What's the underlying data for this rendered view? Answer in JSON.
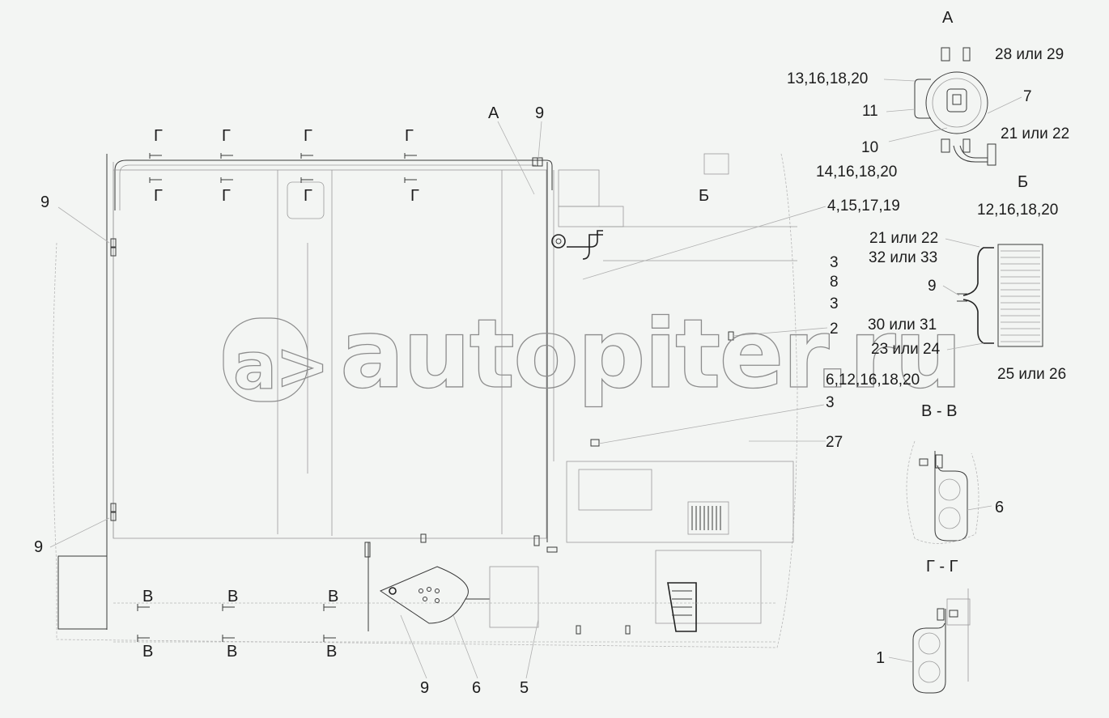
{
  "watermark": {
    "logo_glyph": "a>",
    "text": "autopiter.ru"
  },
  "main_view": {
    "callouts": {
      "view_a": "А",
      "view_b": "Б",
      "pos_9_top": "9",
      "pos_9_left_upper": "9",
      "pos_9_left_lower": "9",
      "pos_9_bottom": "9",
      "pos_6_bottom": "6",
      "pos_5_bottom": "5",
      "ref_14_16_18_20": "14,16,18,20",
      "ref_4_15_17_19": "4,15,17,19",
      "ref_3_a": "3",
      "ref_8": "8",
      "ref_3_b": "3",
      "ref_2": "2",
      "ref_6_12_16_18_20": "6,12,16,18,20",
      "ref_3_c": "3",
      "ref_27": "27"
    },
    "section_marks_g": [
      "Г",
      "Г",
      "Г",
      "Г",
      "Г",
      "Г",
      "Г",
      "Г"
    ],
    "section_marks_v": [
      "В",
      "В",
      "В",
      "В",
      "В",
      "В"
    ]
  },
  "detail_a": {
    "title": "А",
    "labels": {
      "ref_28_29": "28 или 29",
      "ref_13_16_18_20": "13,16,18,20",
      "ref_11": "11",
      "ref_7": "7",
      "ref_10": "10",
      "ref_21_22": "21 или 22"
    }
  },
  "detail_b": {
    "title": "Б",
    "labels": {
      "ref_12_16_18_20": "12,16,18,20",
      "ref_21_22": "21 или 22",
      "ref_32_33": "32 или 33",
      "ref_9": "9",
      "ref_30_31": "30 или 31",
      "ref_23_24": "23 или 24",
      "ref_25_26": "25 или 26"
    }
  },
  "section_vv": {
    "title": "В - В",
    "labels": {
      "ref_6": "6"
    }
  },
  "section_gg": {
    "title": "Г - Г",
    "labels": {
      "ref_1": "1"
    }
  }
}
